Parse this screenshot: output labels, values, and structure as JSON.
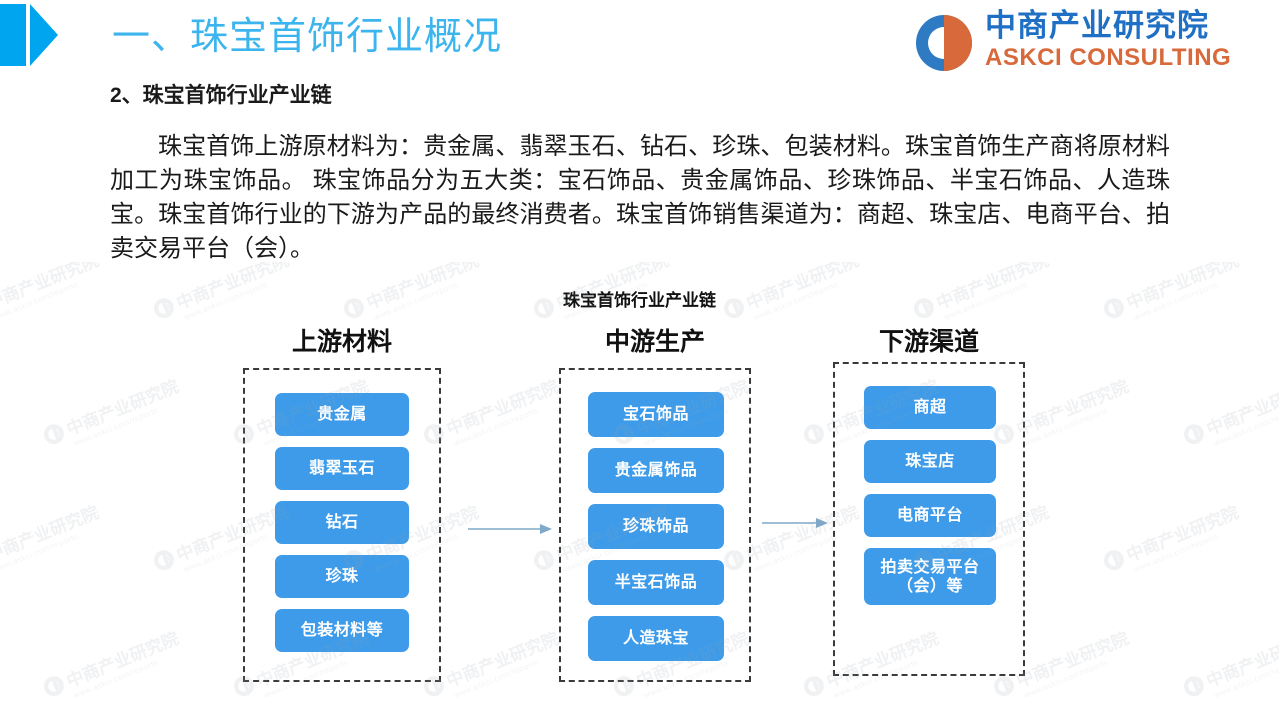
{
  "header": {
    "title": "一、珠宝首饰行业概况",
    "mark_icon": "blue-arrow-mark-icon",
    "accent_color": "#00A5F0",
    "title_color": "#3CB4EE"
  },
  "logo": {
    "mark_icon": "askci-c-logo-icon",
    "cn_name": "中商产业研究院",
    "en_name": "ASKCI CONSULTING",
    "cn_color": "#1F6FC4",
    "en_color": "#D8693A"
  },
  "subtitle": "2、珠宝首饰行业产业链",
  "body_text": "珠宝首饰上游原材料为：贵金属、翡翠玉石、钻石、珍珠、包装材料。珠宝首饰生产商将原材料加工为珠宝饰品。 珠宝饰品分为五大类：宝石饰品、贵金属饰品、珍珠饰品、半宝石饰品、人造珠宝。珠宝首饰行业的下游为产品的最终消费者。珠宝首饰销售渠道为：商超、珠宝店、电商平台、拍卖交易平台（会）。",
  "chart_data": {
    "type": "diagram",
    "title": "珠宝首饰行业产业链",
    "node_color": "#3D9BE9",
    "arrow_color": "#7FA8C9",
    "columns": [
      {
        "header": "上游材料",
        "nodes": [
          "贵金属",
          "翡翠玉石",
          "钻石",
          "珍珠",
          "包装材料等"
        ]
      },
      {
        "header": "中游生产",
        "nodes": [
          "宝石饰品",
          "贵金属饰品",
          "珍珠饰品",
          "半宝石饰品",
          "人造珠宝"
        ]
      },
      {
        "header": "下游渠道",
        "nodes": [
          "商超",
          "珠宝店",
          "电商平台",
          "拍卖交易平台\n（会）等"
        ]
      }
    ],
    "arrows": [
      {
        "from": "上游材料",
        "to": "中游生产"
      },
      {
        "from": "中游生产",
        "to": "下游渠道"
      }
    ]
  },
  "watermark": {
    "cn": "中商产业研究院",
    "url": "www.askci.com/reports"
  }
}
